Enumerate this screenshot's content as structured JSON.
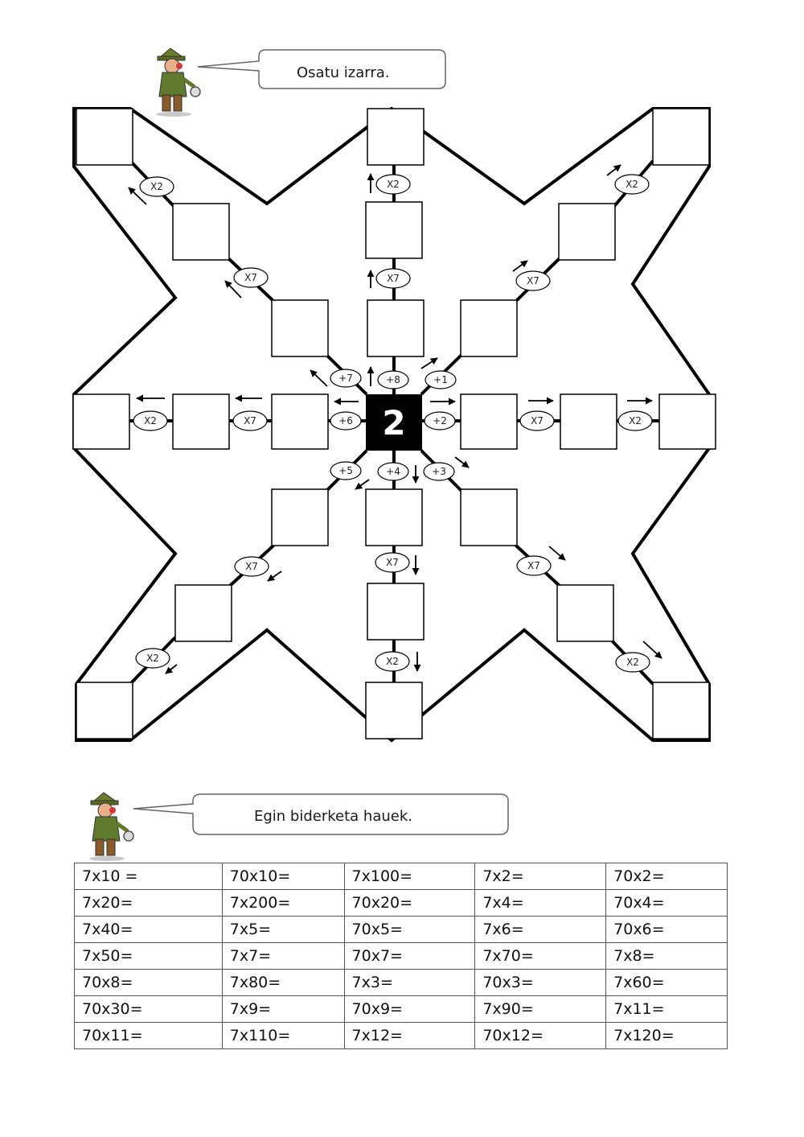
{
  "instructions": {
    "star": "Osatu izarra.",
    "table": "Egin biderketa hauek."
  },
  "star": {
    "center_value": "2",
    "inner_ops": {
      "up": "+8",
      "up_right": "+1",
      "right": "+2",
      "down_right": "+3",
      "down": "+4",
      "down_left": "+5",
      "left": "+6",
      "up_left": "+7"
    },
    "mult_first": "X7",
    "mult_second": "X2"
  },
  "table": {
    "rows": [
      [
        "7x10 =",
        "70x10=",
        "7x100=",
        "7x2=",
        "70x2="
      ],
      [
        "7x20=",
        "7x200=",
        "70x20=",
        "7x4=",
        "70x4="
      ],
      [
        "7x40=",
        "7x5=",
        "70x5=",
        "7x6=",
        "70x6="
      ],
      [
        "7x50=",
        "7x7=",
        "70x7=",
        "7x70=",
        "7x8="
      ],
      [
        "70x8=",
        "7x80=",
        "7x3=",
        "70x3=",
        "7x60="
      ],
      [
        "70x30=",
        "7x9=",
        "70x9=",
        "7x90=",
        "7x11="
      ],
      [
        "70x11=",
        "7x110=",
        "7x12=",
        "70x12=",
        "7x120="
      ]
    ]
  }
}
